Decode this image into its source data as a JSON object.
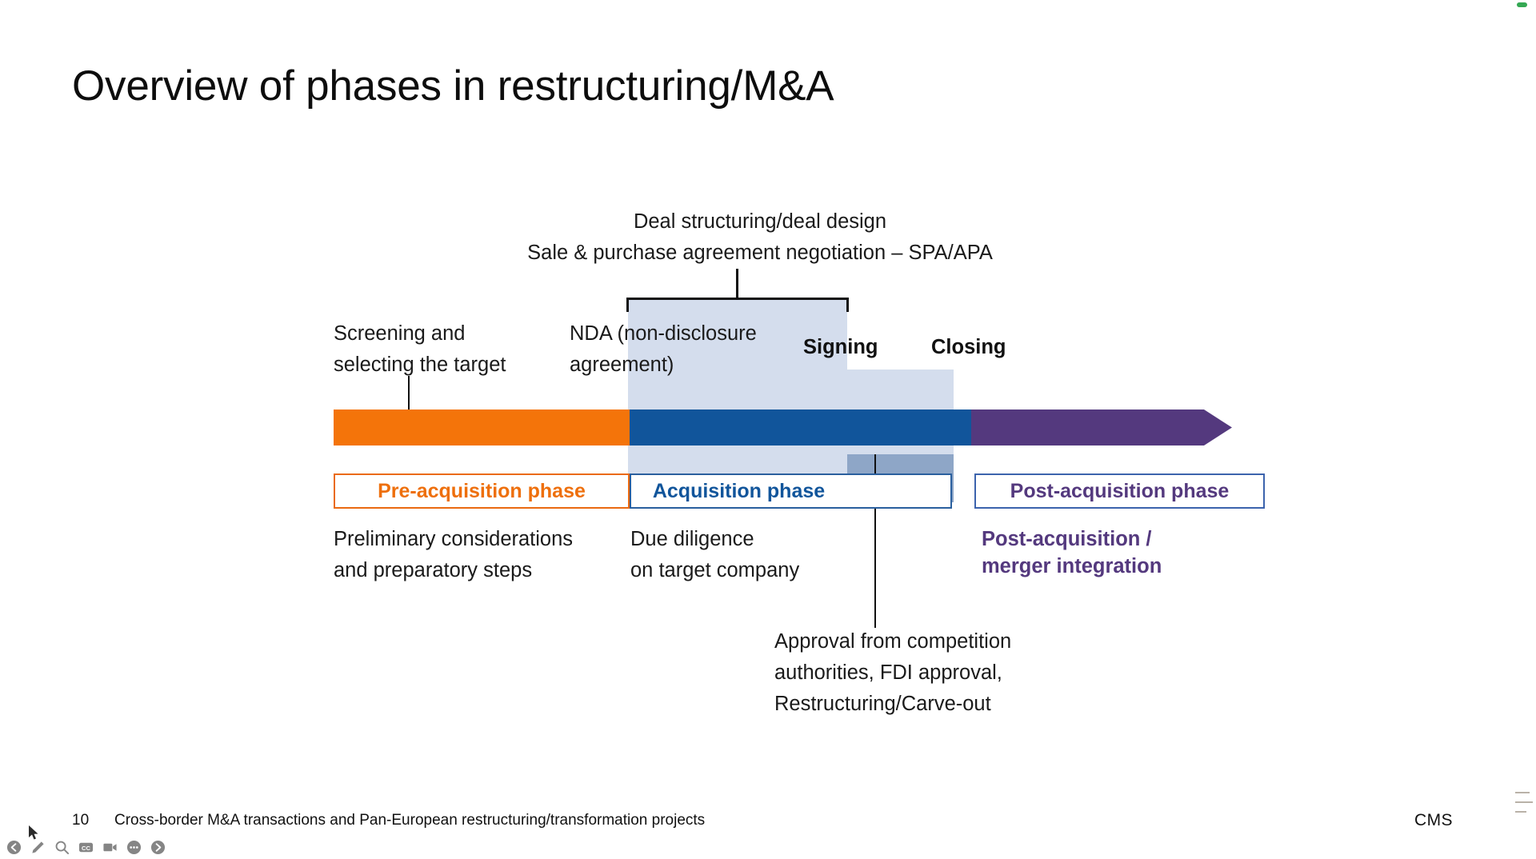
{
  "slide": {
    "title": "Overview of phases in restructuring/M&A",
    "annotations": {
      "deal_structuring": "Deal structuring/deal design\nSale & purchase agreement negotiation – SPA/APA",
      "screening": "Screening and\nselecting the target",
      "nda": "NDA (non-disclosure\nagreement)",
      "signing": "Signing",
      "closing": "Closing",
      "preliminary": "Preliminary considerations\nand preparatory steps",
      "due_diligence": "Due diligence\non target company",
      "post_acquisition": "Post-acquisition /\nmerger integration",
      "approval": "Approval from competition\nauthorities, FDI approval,\nRestructuring/Carve-out"
    },
    "phases": [
      {
        "id": "pre",
        "label": "Pre-acquisition phase",
        "color": "#ee6f0c",
        "border": "#ea6a11"
      },
      {
        "id": "acq",
        "label": "Acquisition phase",
        "color": "#11559b",
        "border": "#2a5f9e"
      },
      {
        "id": "post",
        "label": "Post-acquisition phase",
        "color": "#54397e",
        "border": "#3c63ad"
      }
    ],
    "timeline_colors": {
      "pre_acquisition": "#f4740a",
      "acquisition": "#11559b",
      "post_acquisition": "#54397e",
      "overlay_light": "#d4dded",
      "overlay_dark": "#8ea6c7"
    }
  },
  "footer": {
    "page_number": "10",
    "text": "Cross-border M&A transactions and Pan-European restructuring/transformation projects",
    "brand": "CMS"
  },
  "toolbar": {
    "items": [
      {
        "name": "previous-slide",
        "icon": "arrow-left-circle-icon"
      },
      {
        "name": "pen-tool",
        "icon": "pen-icon"
      },
      {
        "name": "zoom-tool",
        "icon": "magnifier-icon"
      },
      {
        "name": "captions",
        "icon": "closed-caption-icon"
      },
      {
        "name": "laser-pointer",
        "icon": "video-icon"
      },
      {
        "name": "more-options",
        "icon": "ellipsis-circle-icon"
      },
      {
        "name": "next-slide",
        "icon": "arrow-right-circle-icon"
      }
    ]
  }
}
